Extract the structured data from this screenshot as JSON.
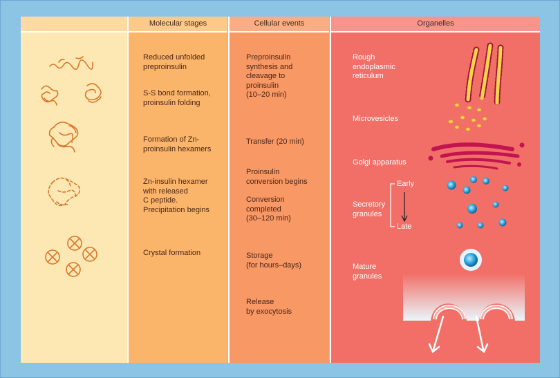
{
  "headers": {
    "col1": "",
    "molecular": "Molecular stages",
    "cellular": "Cellular events",
    "organelles": "Organelles"
  },
  "molecular_stages": [
    "Reduced unfolded\npreproinsulin",
    "S-S bond formation,\nproinsulin folding",
    "Formation of Zn-\nproinsulin hexamers",
    "Zn-insulin hexamer\nwith released\nC peptide.\nPrecipitation begins",
    "Crystal formation"
  ],
  "cellular_events": [
    "Preproinsulin\nsynthesis and\ncleavage to\nproinsulin\n(10–20 min)",
    "Transfer (20 min)",
    "Proinsulin\nconversion begins",
    "Conversion\ncompleted\n(30–120 min)",
    "Storage\n(for hours–days)",
    "Release\nby exocytosis"
  ],
  "organelles": {
    "rer": "Rough\nendoplasmic\nreticulum",
    "microvesicles": "Microvesicles",
    "golgi": "Golgi apparatus",
    "secretory": "Secretory\ngranules",
    "early": "Early",
    "late": "Late",
    "mature": "Mature\ngranules"
  },
  "colors": {
    "frame": "#8cc4e6",
    "col1": "#fde8b4",
    "col2": "#fbb56b",
    "col3": "#f79865",
    "col4": "#f26f68",
    "protein_strand": "#d9772a",
    "er_membrane": "#f6d548",
    "ribosome": "#a0123c",
    "golgi": "#c2144f",
    "granule": "#2aa3dc"
  }
}
